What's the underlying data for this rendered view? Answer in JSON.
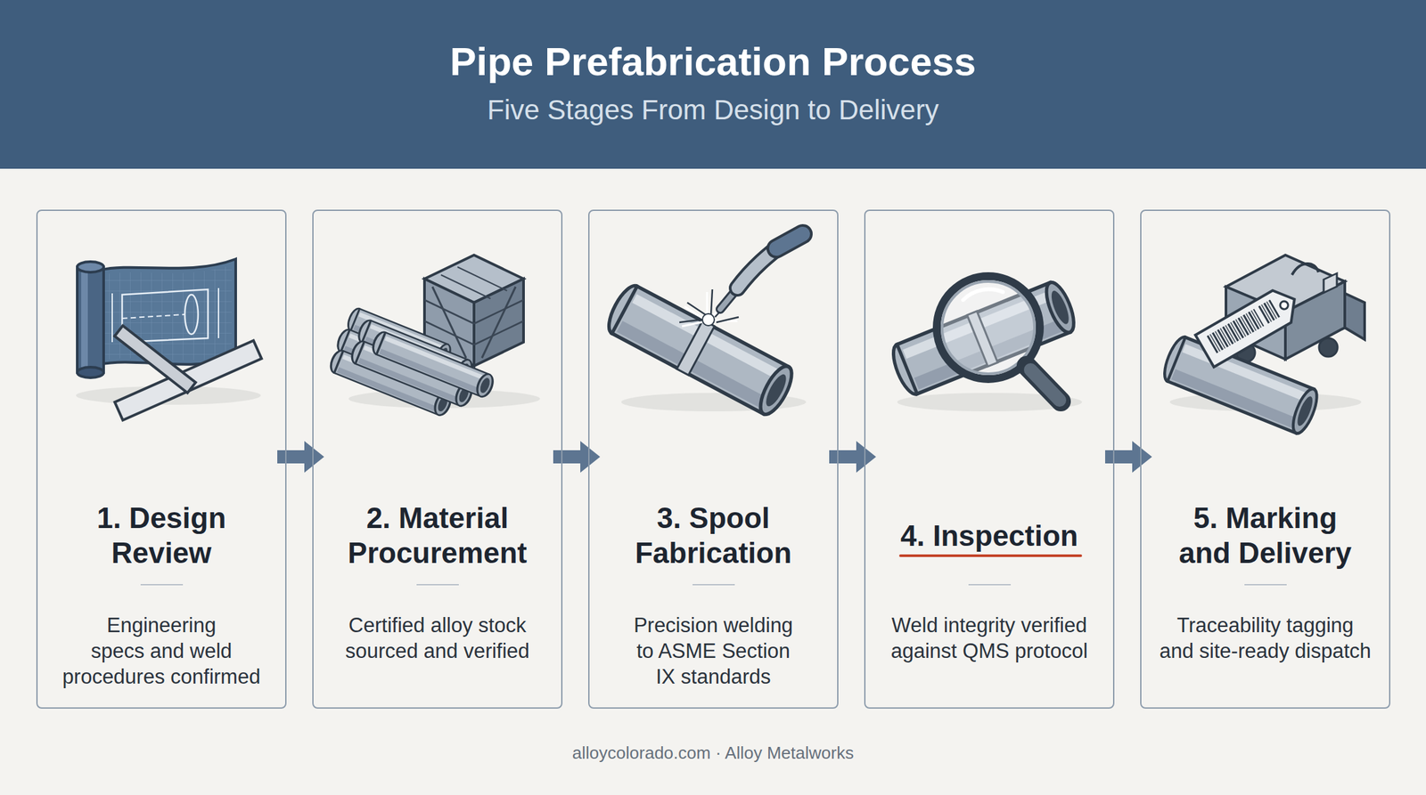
{
  "diagram": {
    "title": "Pipe Prefabrication Process",
    "caption": "alloycolorado.com · Alloy Metalworks",
    "nodes": [
      {
        "text": [
          "1. Design Review",
          "Engineering specs and weld procedures confirmed"
        ]
      },
      {
        "text": [
          "2. Material Procurement",
          "Certified alloy stock sourced and verified"
        ]
      },
      {
        "text": [
          "3. Spool Fabrication",
          "Precision welding to ASME Section IX standards"
        ]
      },
      {
        "text": [
          "4. Inspection",
          "Weld integrity verified against QMS protocol"
        ]
      },
      {
        "text": [
          "5. Marking and Delivery",
          "Traceability tagging and site-ready dispatch"
        ]
      }
    ],
    "edges": [
      {
        "from": 0,
        "to": 1,
        "arrow": "to"
      },
      {
        "from": 1,
        "to": 2,
        "arrow": "to"
      },
      {
        "from": 2,
        "to": 3,
        "arrow": "to"
      },
      {
        "from": 3,
        "to": 4,
        "arrow": "to"
      }
    ],
    "labels": [
      "Five Stages From Design to Delivery"
    ]
  }
}
